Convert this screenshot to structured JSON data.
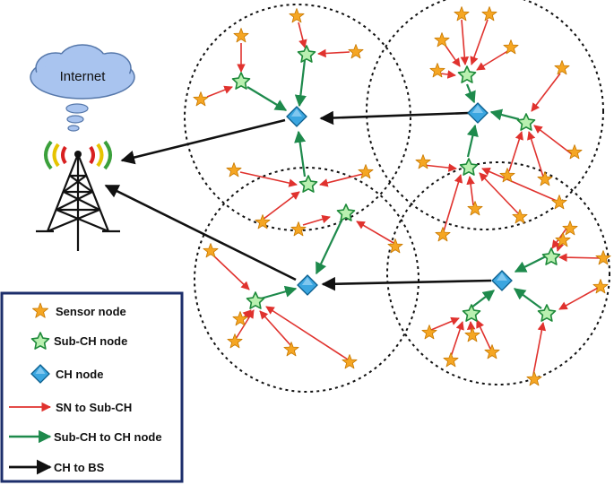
{
  "cloud": {
    "label": "Internet"
  },
  "legend": {
    "items": [
      {
        "key": "sensor",
        "label": "Sensor node",
        "icon": "orange-star-icon"
      },
      {
        "key": "subch",
        "label": "Sub-CH node",
        "icon": "green-star-icon"
      },
      {
        "key": "ch",
        "label": "CH node",
        "icon": "blue-diamond-icon"
      },
      {
        "key": "sn_to_subch",
        "label": "SN to Sub-CH",
        "icon": "red-arrow-icon"
      },
      {
        "key": "subch_to_ch",
        "label": "Sub-CH to CH node",
        "icon": "green-arrow-icon"
      },
      {
        "key": "ch_to_bs",
        "label": "CH to BS",
        "icon": "black-arrow-icon"
      }
    ]
  },
  "colors": {
    "sensor_fill": "#F5A623",
    "sensor_stroke": "#C77800",
    "subch_fill": "#B9F0B0",
    "subch_stroke": "#1E8A3A",
    "ch_fill": "#3BA6E0",
    "ch_stroke": "#0C5E8C",
    "sn_arrow": "#E0322E",
    "subch_arrow": "#1E8A4C",
    "bs_arrow": "#111111",
    "legend_border": "#1C2E6B",
    "cloud_fill": "#A9C4EF",
    "cloud_stroke": "#5577AA"
  }
}
